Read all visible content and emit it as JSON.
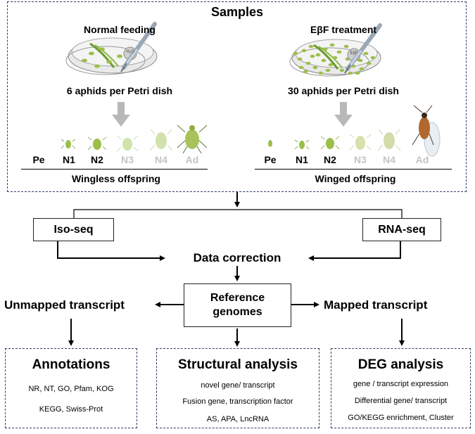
{
  "samples": {
    "title": "Samples",
    "left": {
      "treatment": "Normal feeding",
      "dish_label": "H₂O",
      "density": "6 aphids per Petri dish",
      "stages": [
        "Pe",
        "N1",
        "N2",
        "N3",
        "N4",
        "Ad"
      ],
      "offspring": "Wingless offspring"
    },
    "right": {
      "treatment": "EβF treatment",
      "dish_label": "EβF",
      "density": "30 aphids per Petri dish",
      "stages": [
        "Pe",
        "N1",
        "N2",
        "N3",
        "N4",
        "Ad"
      ],
      "offspring": "Winged offspring"
    }
  },
  "methods": {
    "iso": "Iso-seq",
    "rna": "RNA-seq",
    "correction": "Data correction",
    "reference_line1": "Reference",
    "reference_line2": "genomes",
    "unmapped": "Unmapped transcript",
    "mapped": "Mapped transcript"
  },
  "annotations": {
    "title": "Annotations",
    "line1": "NR, NT, GO, Pfam, KOG",
    "line2": "KEGG, Swiss-Prot"
  },
  "structural": {
    "title": "Structural analysis",
    "line1": "novel gene/ transcript",
    "line2": "Fusion gene, transcription factor",
    "line3": "AS, APA, LncRNA"
  },
  "deg": {
    "title": "DEG analysis",
    "line1": "gene / transcript expression",
    "line2": "Differential gene/ transcript",
    "line3": "GO/KEGG enrichment, Cluster"
  },
  "colors": {
    "dashed_border": "#2f3d6b",
    "aphid_green": "#9cbf4a",
    "greyed_stage": "#c4c4c4",
    "arrow_grey": "#b8b8b8"
  }
}
